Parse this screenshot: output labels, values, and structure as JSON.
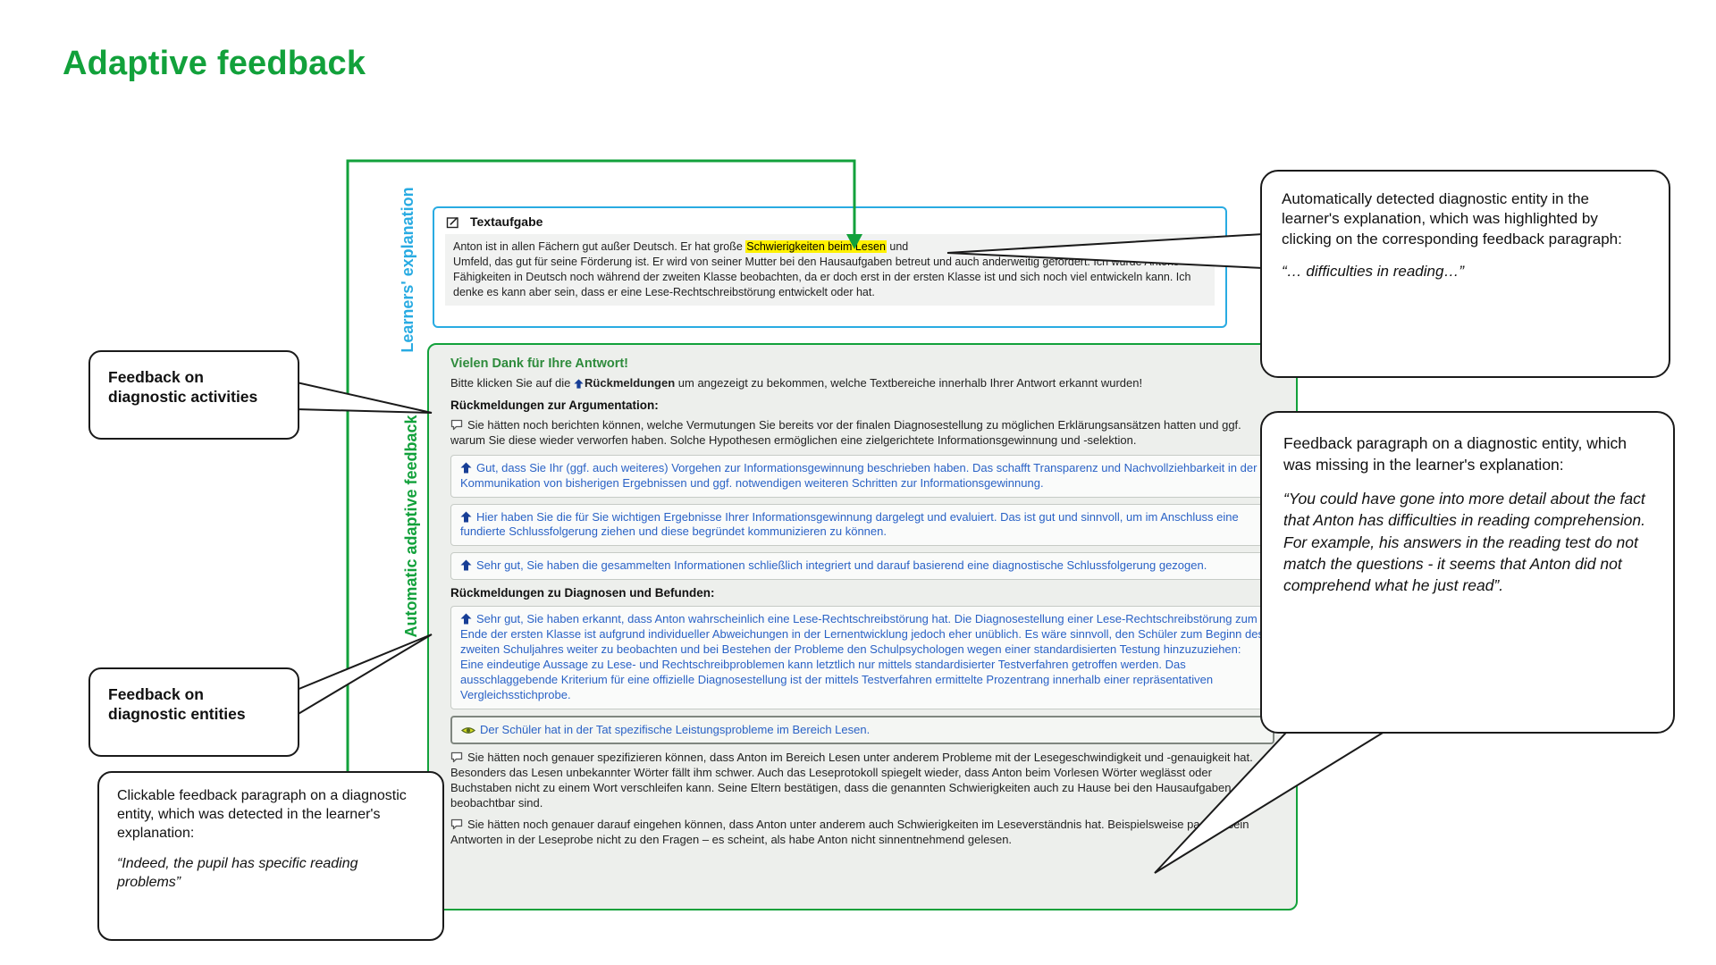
{
  "title": "Adaptive feedback",
  "learner_panel": {
    "vertical_label": "Learners' explanation",
    "header": "Textaufgabe",
    "text_before": "Anton ist in allen Fächern gut außer Deutsch. Er hat große ",
    "highlight": "Schwierigkeiten beim Lesen",
    "text_after_1": " und",
    "text_after_2": "er sich in einem Umfeld, das gut für seine Förderung ist. Er wird von seiner Mutter bei den Hausaufgaben betreut und auch anderweitig gefördert. Ich würde Antons Fähigkeiten in Deutsch noch während der zweiten Klasse beobachten, da er doch erst in der ersten Klasse ist und sich noch viel entwickeln kann. Ich denke es kann aber sein, dass er eine Lese-Rechtschreibstörung entwickelt oder hat."
  },
  "feedback_panel": {
    "vertical_label": "Automatic adaptive feedback",
    "thanks": "Vielen Dank für Ihre Antwort!",
    "instruction": {
      "prefix": "Bitte klicken Sie auf die ",
      "bold": "Rückmeldungen",
      "suffix": " um angezeigt zu bekommen, welche Textbereiche innerhalb Ihrer Antwort erkannt wurden!"
    },
    "argumentation": {
      "heading": "Rückmeldungen zur Argumentation:",
      "hint": "Sie hätten noch berichten können, welche Vermutungen Sie bereits vor der finalen Diagnosestellung zu möglichen Erklärungsansätzen hatten und ggf. warum Sie diese wieder verworfen haben. Solche Hypothesen ermöglichen eine zielgerichtete Informationsgewinnung und -selektion.",
      "boxes": [
        {
          "text": "Gut, dass Sie Ihr (ggf. auch weiteres) Vorgehen zur Informationsgewinnung beschrieben haben. Das schafft Transparenz und Nachvollziehbarkeit in der Kommunikation von bisherigen Ergebnissen und ggf. notwendigen weiteren Schritten zur Informationsgewinnung."
        },
        {
          "text": "Hier haben Sie die für Sie wichtigen Ergebnisse Ihrer Informationsgewinnung dargelegt und evaluiert. Das ist gut und sinnvoll, um im Anschluss eine fundierte Schlussfolgerung ziehen und diese begründet kommunizieren zu können."
        },
        {
          "text": "Sehr gut, Sie haben die gesammelten Informationen schließlich integriert und darauf basierend eine diagnostische Schlussfolgerung gezogen."
        }
      ]
    },
    "diagnoses": {
      "heading": "Rückmeldungen zu Diagnosen und Befunden:",
      "box": "Sehr gut, Sie haben erkannt, dass Anton wahrscheinlich eine Lese-Rechtschreibstörung hat. Die Diagnosestellung einer Lese-Rechtschreibstörung zum Ende der ersten Klasse ist aufgrund individueller Abweichungen in der Lernentwicklung jedoch eher unüblich. Es wäre sinnvoll, den Schüler zum Beginn des zweiten Schuljahres weiter zu beobachten und bei Bestehen der Probleme den Schulpsychologen wegen einer standardisierten Testung hinzuzuziehen: Eine eindeutige Aussage zu Lese- und Rechtschreibproblemen kann letztlich nur mittels standardisierter Testverfahren getroffen werden. Das ausschlaggebende Kriterium für eine offizielle Diagnosestellung ist der mittels Testverfahren ermittelte Prozentrang innerhalb einer repräsentativen Vergleichsstichprobe.",
      "selected": "Der Schüler hat in der Tat spezifische Leistungsprobleme im Bereich Lesen.",
      "hint1": "Sie hätten noch genauer spezifizieren können, dass Anton im Bereich Lesen unter anderem Probleme mit der Lesegeschwindigkeit und -genauigkeit hat. Besonders das Lesen unbekannter Wörter fällt ihm schwer. Auch das Leseprotokoll spiegelt wieder, dass Anton beim Vorlesen Wörter weglässt oder Buchstaben nicht zu einem Wort verschleifen kann. Seine Eltern bestätigen, dass die genannten Schwierigkeiten auch zu Hause bei den Hausaufgaben beobachtbar sind.",
      "hint2": "Sie hätten noch genauer darauf eingehen können, dass Anton unter anderem auch Schwierigkeiten im Leseverständnis hat. Beispielsweise passen sein Antworten in der Leseprobe nicht zu den Fragen – es scheint, als habe Anton nicht sinnentnehmend gelesen."
    }
  },
  "callouts": {
    "left_top": "Feedback on diagnostic activities",
    "left_middle": "Feedback on diagnostic entities",
    "left_bottom": {
      "text": "Clickable feedback paragraph on a diagnostic entity, which was detected in the learner's explanation:",
      "quote": "“Indeed, the pupil has specific reading problems”"
    },
    "right_top": {
      "text": "Automatically detected diagnostic entity in the learner's explanation, which was highlighted by clicking on the corresponding feedback paragraph:",
      "quote": "“… difficulties in reading…”"
    },
    "right_bottom": {
      "text": "Feedback paragraph on a diagnostic entity, which was missing in the learner's explanation:",
      "quote": "“You could have gone into more detail about the fact that Anton has difficulties in reading comprehension. For example, his answers in the reading test do not match the questions - it seems that Anton did not comprehend what he just read”."
    }
  },
  "colors": {
    "green": "#12A13B",
    "blue": "#29ABE2",
    "highlight_yellow": "#FFF100",
    "feedback_text_blue": "#2A62C6"
  }
}
